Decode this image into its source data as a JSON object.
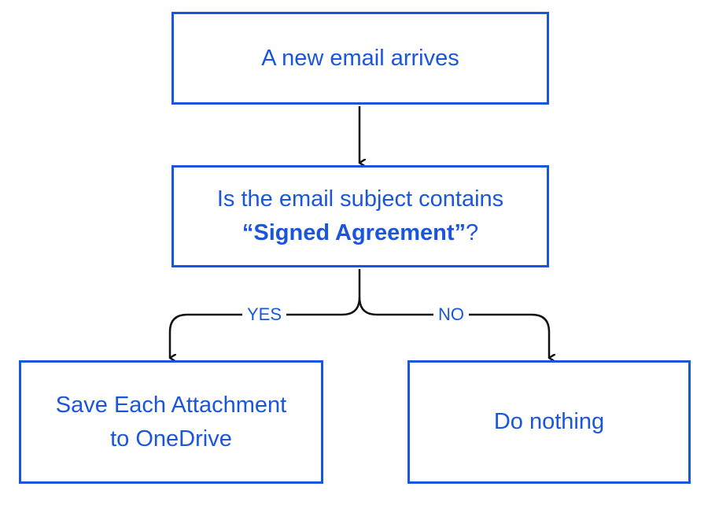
{
  "nodes": {
    "start": {
      "text": "A new email arrives"
    },
    "condition": {
      "line1": "Is the email subject contains",
      "highlight": "“Signed Agreement”",
      "suffix": "?"
    },
    "yes_action": {
      "line1": "Save Each Attachment",
      "line2": "to OneDrive"
    },
    "no_action": {
      "text": "Do nothing"
    }
  },
  "branches": {
    "yes": "YES",
    "no": "NO"
  },
  "colors": {
    "accent": "#1a56db",
    "connector": "#111111",
    "background": "#ffffff"
  }
}
